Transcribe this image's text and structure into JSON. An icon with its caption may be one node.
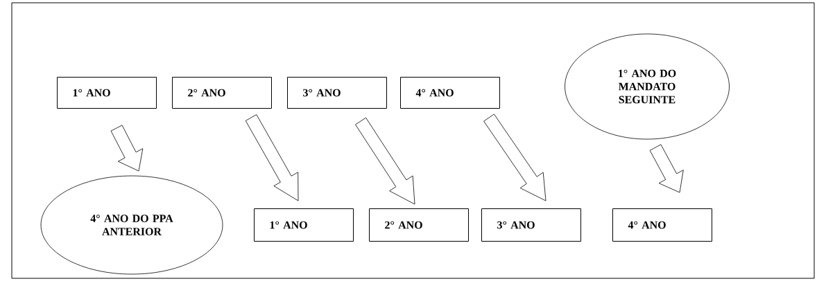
{
  "diagram": {
    "nodes": [
      {
        "text": [
          "1° ANO"
        ]
      },
      {
        "text": [
          "2° ANO"
        ]
      },
      {
        "text": [
          "3° ANO"
        ]
      },
      {
        "text": [
          "4° ANO"
        ]
      },
      {
        "text": [
          "1° ANO DO MANDATO SEGUINTE"
        ]
      },
      {
        "text": [
          "4° ANO DO PPA ANTERIOR"
        ]
      },
      {
        "text": [
          "1° ANO"
        ]
      },
      {
        "text": [
          "2° ANO"
        ]
      },
      {
        "text": [
          "3° ANO"
        ]
      },
      {
        "text": [
          "4° ANO"
        ]
      }
    ],
    "edges": [
      {
        "from": 0,
        "to": 5,
        "arrow": "to"
      },
      {
        "from": 1,
        "to": 6,
        "arrow": "to"
      },
      {
        "from": 2,
        "to": 7,
        "arrow": "to"
      },
      {
        "from": 3,
        "to": 8,
        "arrow": "to"
      },
      {
        "from": 4,
        "to": 9,
        "arrow": "to"
      }
    ]
  }
}
